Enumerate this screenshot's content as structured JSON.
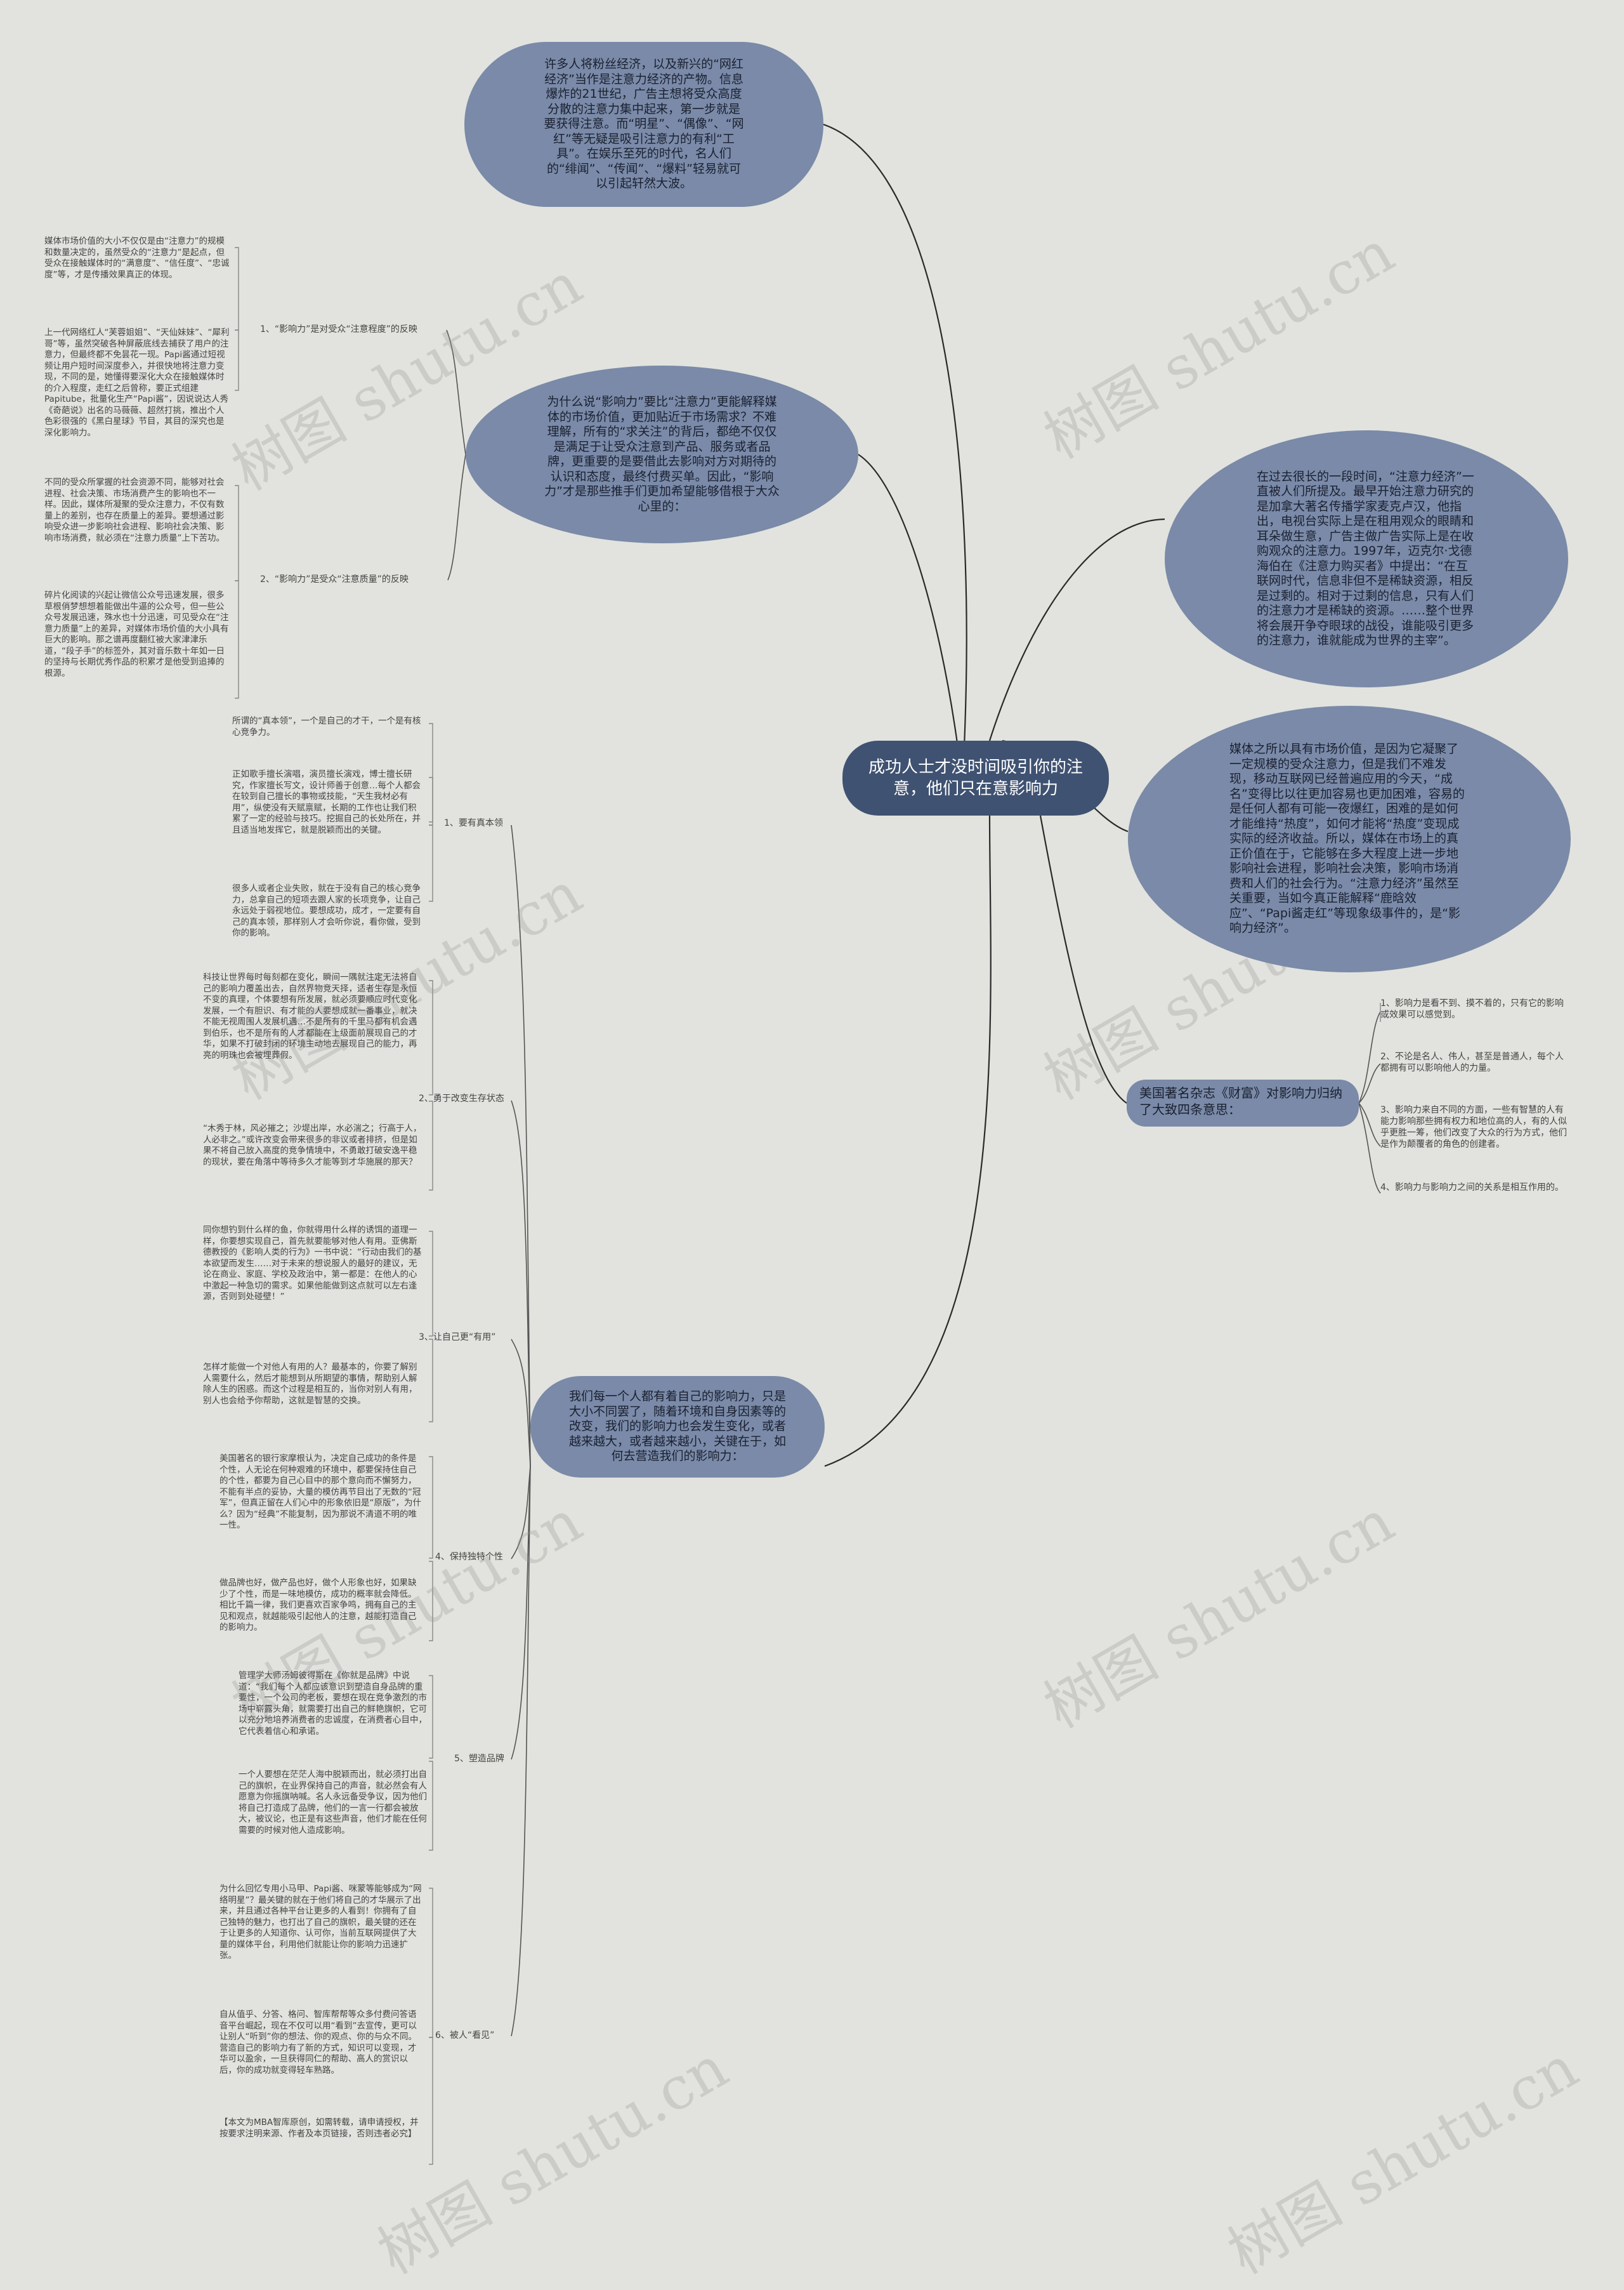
{
  "center": "成功人士才没时间吸引你的注意，他们只在意影响力",
  "top_node": "许多人将粉丝经济，以及新兴的“网红经济”当作是注意力经济的产物。信息爆炸的21世纪，广告主想将受众高度分散的注意力集中起来，第一步就是要获得注意。而“明星”、“偶像”、“网红”等无疑是吸引注意力的有利“工具”。在娱乐至死的时代，名人们的“绯闻”、“传闻”、“爆料”轻易就可以引起轩然大波。",
  "why_node": "为什么说“影响力”要比“注意力”更能解释媒体的市场价值，更加贴近于市场需求？不难理解，所有的“求关注”的背后，都绝不仅仅是满足于让受众注意到产品、服务或者品牌，更重要的是要借此去影响对方对期待的认识和态度，最终付费买单。因此，“影响力”才是那些推手们更加希望能够借根于大众心里的：",
  "right1": "在过去很长的一段时间，“注意力经济”一直被人们所提及。最早开始注意力研究的是加拿大著名传播学家麦克卢汉，他指出，电视台实际上是在租用观众的眼睛和耳朵做生意，广告主做广告实际上是在收购观众的注意力。1997年，迈克尔·戈德海伯在《注意力购买者》中提出：“在互联网时代，信息非但不是稀缺资源，相反是过剩的。相对于过剩的信息，只有人们的注意力才是稀缺的资源。……整个世界将会展开争夺眼球的战役，谁能吸引更多的注意力，谁就能成为世界的主宰”。",
  "right2": "媒体之所以具有市场价值，是因为它凝聚了一定规模的受众注意力，但是我们不难发现，移动互联网已经普遍应用的今天，“成名”变得比以往更加容易也更加困难，容易的是任何人都有可能一夜爆红，困难的是如何才能维持“热度”，如何才能将“热度”变现成实际的经济收益。所以，媒体在市场上的真正价值在于，它能够在多大程度上进一步地影响社会进程，影响社会决策，影响市场消费和人们的社会行为。“注意力经济”虽然至关重要，当如今真正能解释“鹿晗效应”、“Papi酱走红”等现象级事件的，是“影响力经济”。",
  "bottom_node": "我们每一个人都有着自己的影响力，只是大小不同罢了，随着环境和自身因素等的改变，我们的影响力也会发生变化，或者越来越大，或者越来越小，关键在于，如何去营造我们的影响力：",
  "fortune_node": "美国著名杂志《财富》对影响力归纳了大致四条意思：",
  "fortune_leaves": [
    "1、影响力是看不到、摸不着的，只有它的影响或效果可以感觉到。",
    "2、不论是名人、伟人，甚至是普通人，每个人都拥有可以影响他人的力量。",
    "3、影响力来自不同的方面，一些有智慧的人有能力影响那些拥有权力和地位高的人，有的人似乎更胜一筹，他们改变了大众的行为方式，他们是作为颠覆者的角色的创建者。",
    "4、影响力与影响力之间的关系是相互作用的。"
  ],
  "why_subs": [
    {
      "label": "1、“影响力”是对受众“注意程度”的反映",
      "leaves": [
        "媒体市场价值的大小不仅仅是由“注意力”的规模和数量决定的，虽然受众的“注意力”是起点，但受众在接触媒体时的“满意度”、“信任度”、“忠诚度”等，才是传播效果真正的体现。",
        "上一代网络红人“芙蓉姐姐”、“天仙妹妹”、“犀利哥”等，虽然突破各种屏蔽底线去捕获了用户的注意力，但最终都不免昙花一现。Papi酱通过短视频让用户短时间深度参入，并很快地将注意力变现，不同的是，她懂得要深化大众在接触媒体时的介入程度，走红之后曾称，要正式组建Papitube，批量化生产“Papi酱”，因说说达人秀《奇葩说》出名的马薇薇、超然打挑，推出个人色彩很强的《黑白星球》节目，其目的深究也是深化影响力。"
      ]
    },
    {
      "label": "2、“影响力”是受众“注意质量”的反映",
      "leaves": [
        "不同的受众所掌握的社会资源不同，能够对社会进程、社会决策、市场消费产生的影响也不一样。因此，媒体所凝聚的受众注意力，不仅有数量上的差别，也存在质量上的差异。要想通过影响受众进一步影响社会进程、影响社会决策、影响市场消费，就必须在“注意力质量”上下苦功。",
        "碎片化阅读的兴起让微信公众号迅速发展，很多草根俏梦想想着能做出牛逼的公众号，但一些公众号发展迅速，殊水也十分迅速，可见受众在“注意力质量”上的差异，对媒体市场价值的大小具有巨大的影响。那之谱再度翻红被大家津津乐道，“段子手”的标签外，其对音乐数十年如一日的坚持与长期优秀作品的积累才是他受到追捧的根源。"
      ]
    }
  ],
  "bottom_subs": [
    {
      "label": "1、要有真本领",
      "leaves": [
        "所谓的“真本领”，一个是自己的才干，一个是有核心竞争力。",
        "正如歌手擅长演唱，演员擅长演戏，博士擅长研究，作家擅长写文，设计师善于创意…每个人都会在较到自己擅长的事物或技能，“天生我材必有用”，纵使没有天赋禀赋，长期的工作也让我们积累了一定的经验与技巧。挖掘自己的长处所在，并且适当地发挥它，就是脱颖而出的关键。",
        "很多人或者企业失败，就在于没有自己的核心竞争力，总拿自己的短项去跟人家的长项竞争，让自己永远处于弱视地位。要想成功，成才，一定要有自己的真本领，那样别人才会听你说，看你做，受到你的影响。"
      ]
    },
    {
      "label": "2、勇于改变生存状态",
      "leaves": [
        "科技让世界每时每刻都在变化，瞬间一隅就注定无法将自己的影响力覆盖出去，自然界物竞天择，适者生存是永恒不变的真理，个体要想有所发展，就必须要顺应时代变化发展，一个有胆识、有才能的人要想成就一番事业，就决不能无视周围人发展机遇…不是所有的千里马都有机会遇到伯乐，也不是所有的人才都能在上级面前展现自己的才华，如果不打破封闭的环境主动地去展现自己的能力，再亮的明珠也会被埋葬假。",
        "“木秀于林，风必摧之；沙堤出岸，水必湍之；行高于人，人必非之。”或许改变会带来很多的非议或者排挤，但是如果不将自己放入高度的竞争情境中，不勇敢打破安逸平稳的现状，要在角落中等待多久才能等到才华施展的那天？"
      ]
    },
    {
      "label": "3、让自己更“有用”",
      "leaves": [
        "同你想钓到什么样的鱼，你就得用什么样的诱饵的道理一样，你要想实现自己，首先就要能够对他人有用。亚佛斯德教授的《影响人类的行为》一书中说：“行动由我们的基本欲望而发生……对于未来的想说服人的最好的建议，无论在商业、家庭、学校及政治中，第一都是：在他人的心中激起一种急切的需求。如果他能做到这点就可以左右逢源，否则到处碰壁！”",
        "怎样才能做一个对他人有用的人？最基本的，你要了解别人需要什么，然后才能想到从所期望的事情，帮助别人解除人生的困惑。而这个过程是相互的，当你对别人有用，别人也会给予你帮助，这就是智慧的交换。"
      ]
    },
    {
      "label": "4、保持独特个性",
      "leaves": [
        "美国著名的银行家摩根认为，决定自己成功的条件是个性，人无论在何种艰难的环境中，都要保持住自己的个性，都要为自己心目中的那个意向而不懈努力，不能有半点的妥协，大量的模仿再节目出了无数的“冠军”，但真正留在人们心中的形象依旧是“原版”，为什么？因为“经典”不能复制，因为那说不清道不明的唯一性。",
        "做品牌也好，做产品也好，做个人形象也好，如果缺少了个性，而是一味地模仿，成功的概率就会降低。相比千篇一律，我们更喜欢百家争鸣，拥有自己的主见和观点，就越能吸引起他人的注意，越能打造自己的影响力。"
      ]
    },
    {
      "label": "5、塑造品牌",
      "leaves": [
        "管理学大师汤姆彼得斯在《你就是品牌》中说道：“我们每个人都应该意识到塑造自身品牌的重要性，一个公司的老板，要想在现在竞争激烈的市场中崭露头角，就需要打出自己的鲜艳旗帜，它可以充分地培养消费者的忠诚度，在消费者心目中，它代表着信心和承诺。",
        "一个人要想在茫茫人海中脱颖而出，就必须打出自己的旗帜，在业界保持自己的声音，就必然会有人愿意为你摇旗呐喊。名人永远备受争议，因为他们将自己打造成了品牌，他们的一言一行都会被放大，被议论，也正是有这些声音，他们才能在任何需要的时候对他人造成影响。"
      ]
    },
    {
      "label": "6、被人“看见”",
      "leaves": [
        "为什么回忆专用小马甲、Papi酱、咪蒙等能够成为“网络明星”？最关键的就在于他们将自己的才华展示了出来，并且通过各种平台让更多的人看到！你拥有了自己独特的魅力，也打出了自己的旗帜，最关键的还在于让更多的人知道你、认可你，当前互联网提供了大量的媒体平台，利用他们就能让你的影响力迅速扩张。",
        "自从值乎、分答、格问、智库帮帮等众多付费问答语音平台崛起，现在不仅可以用“看到”去宣传，更可以让别人“听到”你的想法、你的观点、你的与众不同。营造自己的影响力有了新的方式，知识可以变现，才华可以盈余，一旦获得同仁的帮助、高人的赏识以后，你的成功就变得轻车熟路。",
        "【本文为MBA智库原创，如需转载，请申请授权，并按要求注明来源、作者及本页链接，否则违者必究】"
      ]
    }
  ],
  "watermark": "树图 shutu.cn"
}
